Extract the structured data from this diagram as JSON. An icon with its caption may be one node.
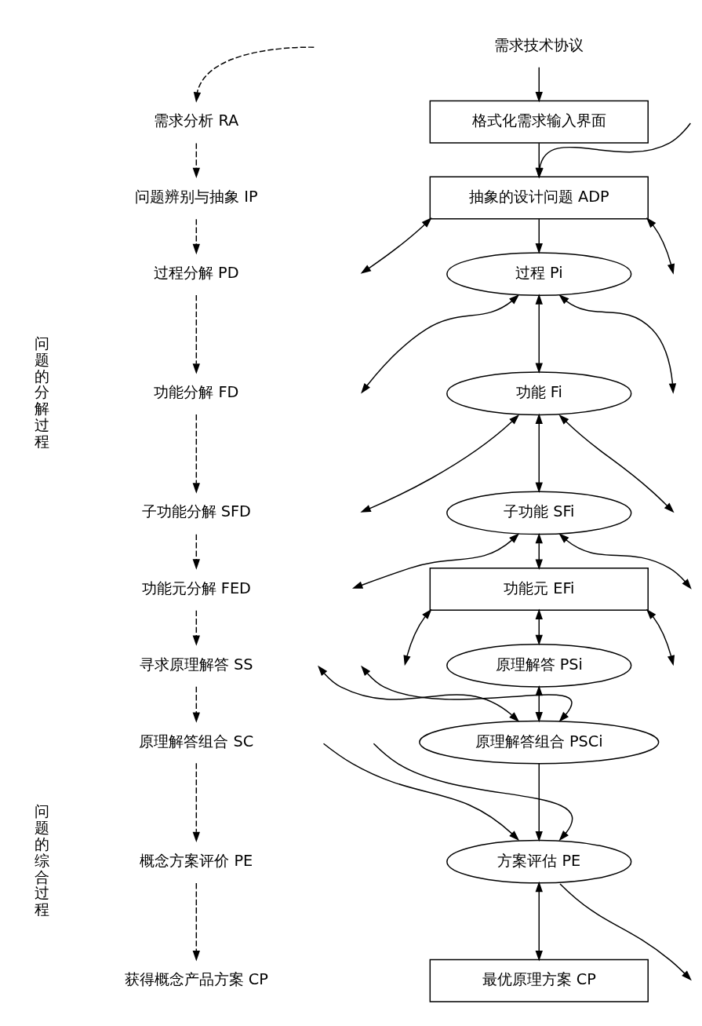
{
  "diagram": {
    "nodes": [
      {
        "text": [
          "需求技术协议"
        ]
      },
      {
        "text": [
          "格式化需求输入界面"
        ]
      },
      {
        "text": [
          "抽象的设计问题 ADP"
        ]
      },
      {
        "text": [
          "过程 Pi"
        ]
      },
      {
        "text": [
          "功能 Fi"
        ]
      },
      {
        "text": [
          "子功能 SFi"
        ]
      },
      {
        "text": [
          "功能元 EFi"
        ]
      },
      {
        "text": [
          "原理解答 PSi"
        ]
      },
      {
        "text": [
          "原理解答组合 PSCi"
        ]
      },
      {
        "text": [
          "方案评估 PE"
        ]
      },
      {
        "text": [
          "最优原理方案 CP"
        ]
      },
      {
        "text": [
          "需求分析 RA"
        ]
      },
      {
        "text": [
          "问题辨别与抽象 IP"
        ]
      },
      {
        "text": [
          "过程分解 PD"
        ]
      },
      {
        "text": [
          "功能分解 FD"
        ]
      },
      {
        "text": [
          "子功能分解 SFD"
        ]
      },
      {
        "text": [
          "功能元分解 FED"
        ]
      },
      {
        "text": [
          "寻求原理解答 SS"
        ]
      },
      {
        "text": [
          "原理解答组合 SC"
        ]
      },
      {
        "text": [
          "概念方案评价 PE"
        ]
      },
      {
        "text": [
          "获得概念产品方案 CP"
        ]
      }
    ],
    "edges": [
      {
        "from": 0,
        "to": 1,
        "arrow": "to"
      },
      {
        "from": 1,
        "to": 2,
        "arrow": "to"
      },
      {
        "from": null,
        "to": 2,
        "arrow": "to"
      },
      {
        "from": 2,
        "to": 3,
        "arrow": "to"
      },
      {
        "from": 2,
        "to": null,
        "arrow": "both"
      },
      {
        "from": 2,
        "to": null,
        "arrow": "both"
      },
      {
        "from": 3,
        "to": 4,
        "arrow": "both"
      },
      {
        "from": 3,
        "to": null,
        "arrow": "both"
      },
      {
        "from": 3,
        "to": null,
        "arrow": "both"
      },
      {
        "from": 4,
        "to": 5,
        "arrow": "both"
      },
      {
        "from": 4,
        "to": null,
        "arrow": "both"
      },
      {
        "from": 4,
        "to": null,
        "arrow": "both"
      },
      {
        "from": 5,
        "to": 6,
        "arrow": "both"
      },
      {
        "from": 5,
        "to": null,
        "arrow": "both"
      },
      {
        "from": 5,
        "to": null,
        "arrow": "both"
      },
      {
        "from": 6,
        "to": 7,
        "arrow": "both"
      },
      {
        "from": 6,
        "to": null,
        "arrow": "both"
      },
      {
        "from": 6,
        "to": null,
        "arrow": "both"
      },
      {
        "from": 7,
        "to": 8,
        "arrow": "both"
      },
      {
        "from": null,
        "to": 8,
        "arrow": "both"
      },
      {
        "from": null,
        "to": 8,
        "arrow": "both"
      },
      {
        "from": 8,
        "to": 9,
        "arrow": "to"
      },
      {
        "from": null,
        "to": 9,
        "arrow": "to"
      },
      {
        "from": null,
        "to": 9,
        "arrow": "to"
      },
      {
        "from": 9,
        "to": 10,
        "arrow": "both"
      },
      {
        "from": 9,
        "to": null,
        "arrow": "to"
      },
      {
        "from": null,
        "to": 11,
        "arrow": "to",
        "style": "dashed"
      },
      {
        "from": 11,
        "to": 12,
        "arrow": "to",
        "style": "dashed"
      },
      {
        "from": 12,
        "to": 13,
        "arrow": "to",
        "style": "dashed"
      },
      {
        "from": 13,
        "to": 14,
        "arrow": "to",
        "style": "dashed"
      },
      {
        "from": 14,
        "to": 15,
        "arrow": "to",
        "style": "dashed"
      },
      {
        "from": 15,
        "to": 16,
        "arrow": "to",
        "style": "dashed"
      },
      {
        "from": 16,
        "to": 17,
        "arrow": "to",
        "style": "dashed"
      },
      {
        "from": 17,
        "to": 18,
        "arrow": "to",
        "style": "dashed"
      },
      {
        "from": 18,
        "to": 19,
        "arrow": "to",
        "style": "dashed"
      },
      {
        "from": 19,
        "to": 20,
        "arrow": "to",
        "style": "dashed"
      }
    ],
    "labels": [
      "问题的分解过程",
      "问题的综合过程"
    ]
  }
}
